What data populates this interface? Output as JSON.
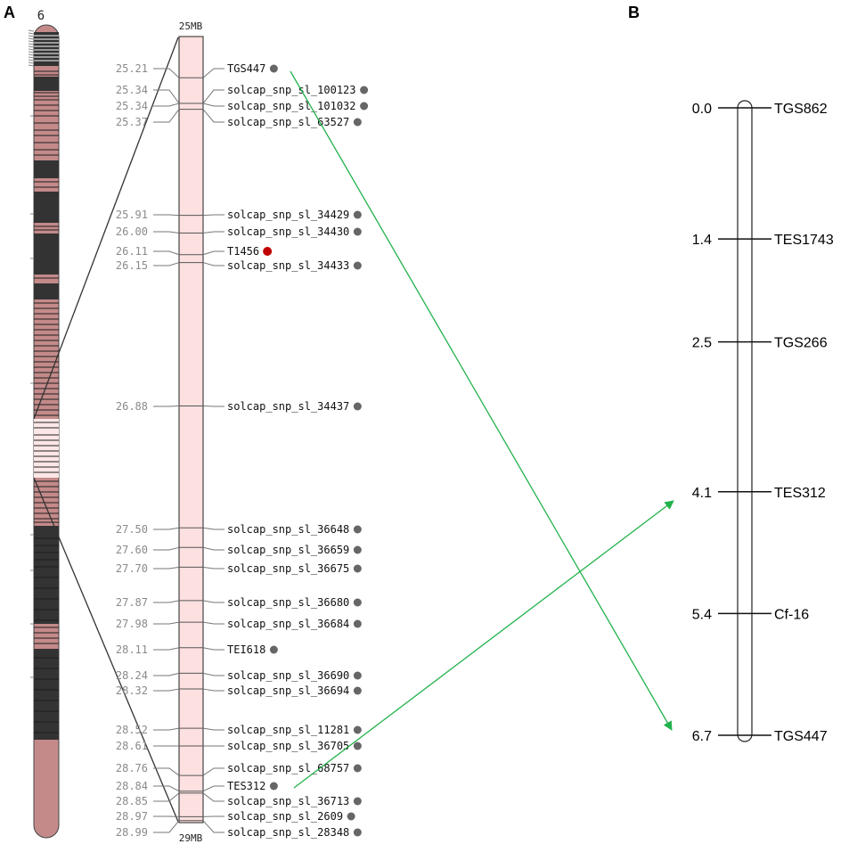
{
  "panel_a": {
    "label": "A",
    "chromosome_number": "6",
    "scale_top": "25MB",
    "scale_bottom": "29MB",
    "markers": [
      {
        "pos": "25.21",
        "name": "TGS447",
        "dot": "gray"
      },
      {
        "pos": "25.34",
        "name": "solcap_snp_sl_100123",
        "dot": "gray"
      },
      {
        "pos": "25.34",
        "name": "solcap_snp_sl_101032",
        "dot": "gray"
      },
      {
        "pos": "25.37",
        "name": "solcap_snp_sl_63527",
        "dot": "gray"
      },
      {
        "pos": "25.91",
        "name": "solcap_snp_sl_34429",
        "dot": "gray"
      },
      {
        "pos": "26.00",
        "name": "solcap_snp_sl_34430",
        "dot": "gray"
      },
      {
        "pos": "26.11",
        "name": "T1456",
        "dot": "red"
      },
      {
        "pos": "26.15",
        "name": "solcap_snp_sl_34433",
        "dot": "gray"
      },
      {
        "pos": "26.88",
        "name": "solcap_snp_sl_34437",
        "dot": "gray"
      },
      {
        "pos": "27.50",
        "name": "solcap_snp_sl_36648",
        "dot": "gray"
      },
      {
        "pos": "27.60",
        "name": "solcap_snp_sl_36659",
        "dot": "gray"
      },
      {
        "pos": "27.70",
        "name": "solcap_snp_sl_36675",
        "dot": "gray"
      },
      {
        "pos": "27.87",
        "name": "solcap_snp_sl_36680",
        "dot": "gray"
      },
      {
        "pos": "27.98",
        "name": "solcap_snp_sl_36684",
        "dot": "gray"
      },
      {
        "pos": "28.11",
        "name": "TEI618",
        "dot": "gray"
      },
      {
        "pos": "28.24",
        "name": "solcap_snp_sl_36690",
        "dot": "gray"
      },
      {
        "pos": "28.32",
        "name": "solcap_snp_sl_36694",
        "dot": "gray"
      },
      {
        "pos": "28.52",
        "name": "solcap_snp_sl_11281",
        "dot": "gray"
      },
      {
        "pos": "28.61",
        "name": "solcap_snp_sl_36705",
        "dot": "gray"
      },
      {
        "pos": "28.76",
        "name": "solcap_snp_sl_68757",
        "dot": "gray"
      },
      {
        "pos": "28.84",
        "name": "TES312",
        "dot": "gray"
      },
      {
        "pos": "28.85",
        "name": "solcap_snp_sl_36713",
        "dot": "gray"
      },
      {
        "pos": "28.97",
        "name": "solcap_snp_sl_2609",
        "dot": "gray"
      },
      {
        "pos": "28.99",
        "name": "solcap_snp_sl_28348",
        "dot": "gray"
      }
    ]
  },
  "panel_b": {
    "label": "B",
    "markers": [
      {
        "cm": "0.0",
        "name": "TGS862"
      },
      {
        "cm": "1.4",
        "name": "TES1743"
      },
      {
        "cm": "2.5",
        "name": "TGS266"
      },
      {
        "cm": "4.1",
        "name": "TES312"
      },
      {
        "cm": "5.4",
        "name": "Cf-16"
      },
      {
        "cm": "6.7",
        "name": "TGS447"
      }
    ]
  },
  "colors": {
    "chromosome_pink": "#c48a8a",
    "chromosome_dark": "#333333",
    "zoom_fill": "#fde0e0",
    "arrow_green": "#22b24c",
    "dot_gray": "#666666",
    "dot_red": "#c00000"
  }
}
